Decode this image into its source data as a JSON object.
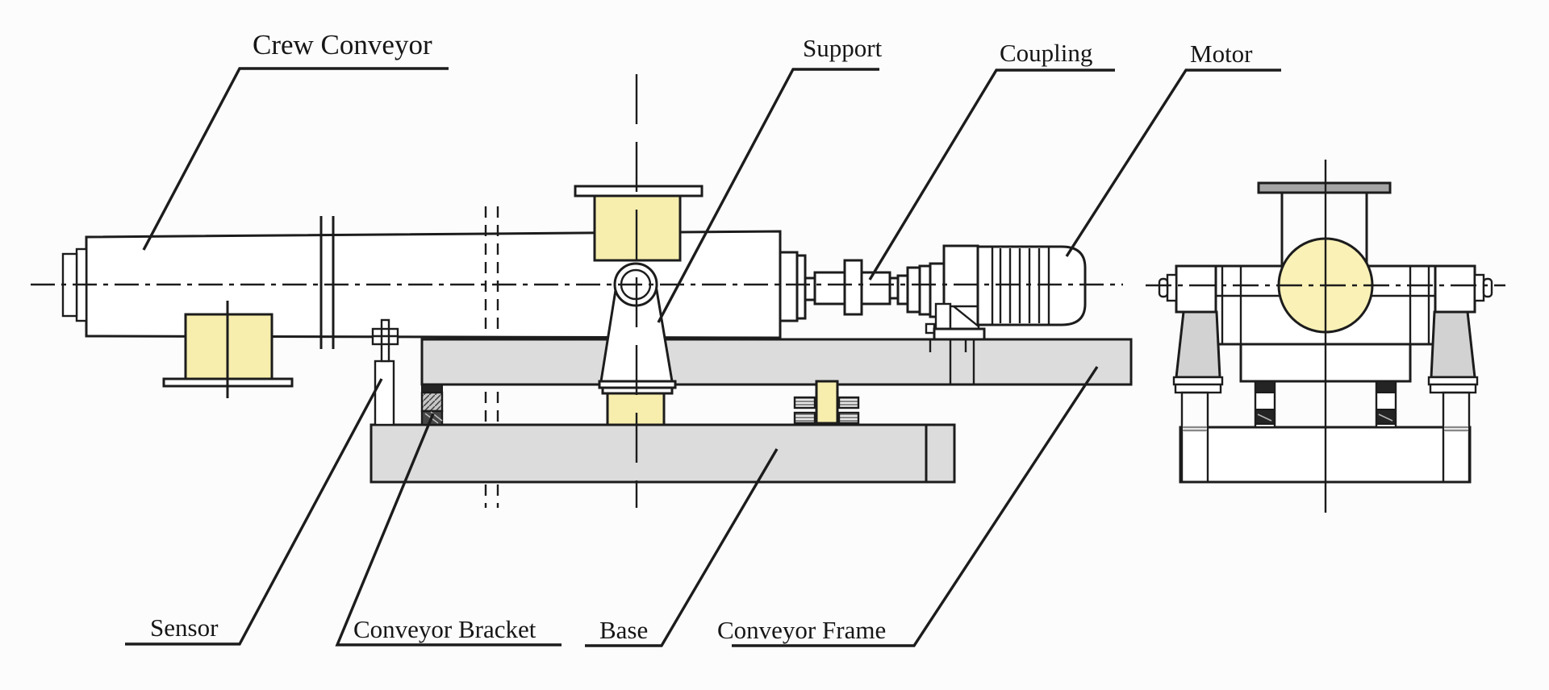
{
  "diagram": {
    "type": "engineering-drawing",
    "subject": "screw conveyor assembly, side view and end view",
    "labels": {
      "crew_conveyor": "Crew Conveyor",
      "support": "Support",
      "coupling": "Coupling",
      "motor": "Motor",
      "sensor": "Sensor",
      "conveyor_bracket": "Conveyor Bracket",
      "base": "Base",
      "conveyor_frame": "Conveyor Frame"
    },
    "colors": {
      "line": "#1c1c1c",
      "yellow": "#f7eeae",
      "circle_yellow": "#f9f1b6",
      "plate_gray": "#dcdcdc",
      "leg_gray": "#d2d2d2",
      "flange_gray": "#a5a5a5",
      "background": "#fcfcfc"
    }
  }
}
